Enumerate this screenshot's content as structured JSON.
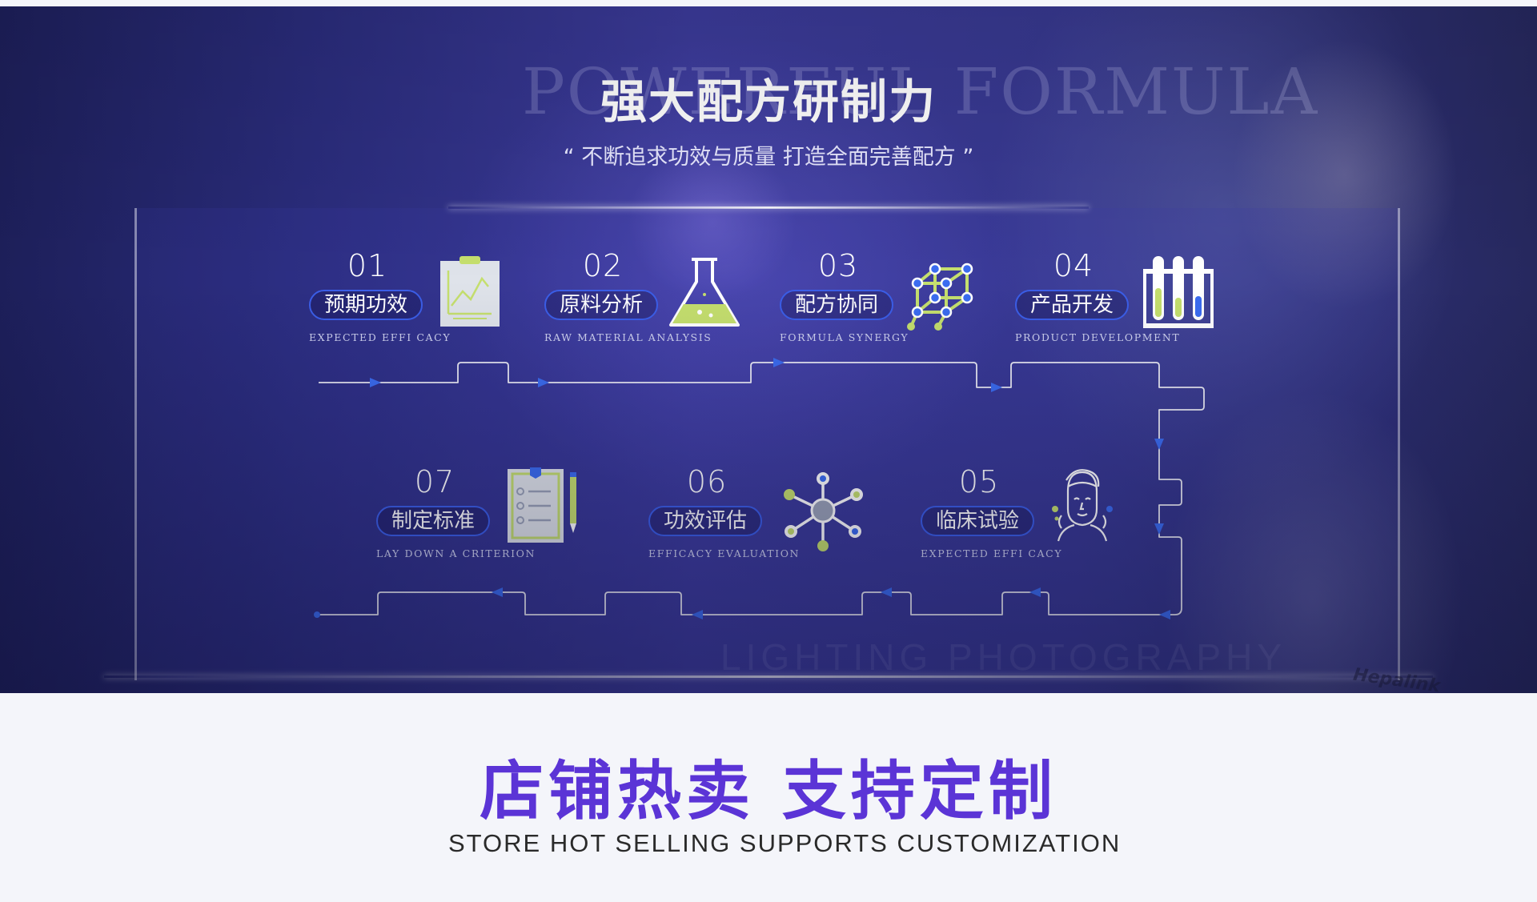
{
  "hero": {
    "ghost_title": "POWERFUL FORMULA",
    "title": "强大配方研制力",
    "subtitle": "“ 不断追求功效与质量 打造全面完善配方 ”",
    "ghost_bottom": "LIGHTING PHOTOGRAPHY",
    "watermark": "Hepalink"
  },
  "steps": [
    {
      "num": "01",
      "label": "预期功效",
      "en": "EXPECTED EFFI CACY",
      "icon": "clipboard-chart-icon"
    },
    {
      "num": "02",
      "label": "原料分析",
      "en": "RAW MATERIAL ANALYSIS",
      "icon": "flask-icon"
    },
    {
      "num": "03",
      "label": "配方协同",
      "en": "FORMULA SYNERGY",
      "icon": "molecule-cube-icon"
    },
    {
      "num": "04",
      "label": "产品开发",
      "en": "PRODUCT DEVELOPMENT",
      "icon": "test-tubes-icon"
    },
    {
      "num": "05",
      "label": "临床试验",
      "en": "EXPECTED EFFI CACY",
      "icon": "face-care-icon"
    },
    {
      "num": "06",
      "label": "功效评估",
      "en": "EFFICACY EVALUATION",
      "icon": "molecule-network-icon"
    },
    {
      "num": "07",
      "label": "制定标准",
      "en": "LAY DOWN A CRITERION",
      "icon": "checklist-icon"
    }
  ],
  "cta": {
    "title": "店铺热卖 支持定制",
    "subtitle": "STORE HOT SELLING SUPPORTS CUSTOMIZATION"
  },
  "colors": {
    "accent": "#3b5ee8",
    "icon_green": "#c5df6e",
    "cta_purple": "#5b34d6"
  }
}
